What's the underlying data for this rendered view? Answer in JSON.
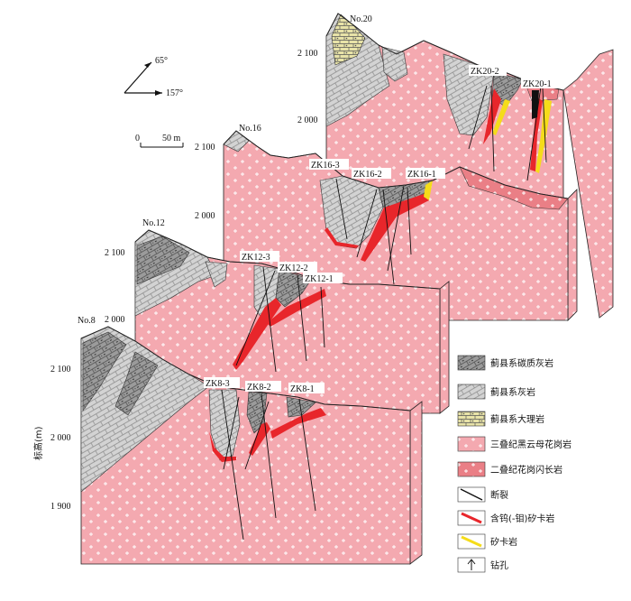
{
  "compass": {
    "dir1": "65°",
    "dir2": "157°"
  },
  "scale": {
    "zero": "0",
    "length": "50 m"
  },
  "y_axis": {
    "title": "标高(m)"
  },
  "sections": [
    {
      "name": "No.20",
      "elev_labels": [
        "2 100",
        "2 000"
      ],
      "holes": [
        "ZK20-2",
        "ZK20-1"
      ]
    },
    {
      "name": "No.16",
      "elev_labels": [
        "2 100",
        "2 000"
      ],
      "holes": [
        "ZK16-3",
        "ZK16-2",
        "ZK16-1"
      ]
    },
    {
      "name": "No.12",
      "elev_labels": [
        "2 100",
        "2 000"
      ],
      "holes": [
        "ZK12-3",
        "ZK12-2",
        "ZK12-1"
      ]
    },
    {
      "name": "No.8",
      "elev_labels": [
        "2 100",
        "2 000",
        "1 900"
      ],
      "holes": [
        "ZK8-3",
        "ZK8-2",
        "ZK8-1"
      ]
    }
  ],
  "legend": [
    {
      "label": "蓟县系碳质灰岩",
      "swatch": "carbonaceous-limestone"
    },
    {
      "label": "蓟县系灰岩",
      "swatch": "limestone"
    },
    {
      "label": "蓟县系大理岩",
      "swatch": "marble"
    },
    {
      "label": "三叠纪黑云母花岗岩",
      "swatch": "biotite-granite"
    },
    {
      "label": "二叠纪花岗闪长岩",
      "swatch": "granodiorite"
    },
    {
      "label": "断裂",
      "swatch": "fault"
    },
    {
      "label": "含钨(-钼)矽卡岩",
      "swatch": "w-mo-skarn"
    },
    {
      "label": "矽卡岩",
      "swatch": "skarn"
    },
    {
      "label": "钻孔",
      "swatch": "drill-hole"
    }
  ],
  "colors": {
    "granite": "#f4a9b0",
    "granodiorite": "#ea7f86",
    "limestone": "#d3d3d3",
    "carb_limestone": "#9b9b9b",
    "marble": "#e8e3a8",
    "w_skarn": "#e8262b",
    "skarn": "#f5dc1a",
    "fault": "#111111"
  }
}
